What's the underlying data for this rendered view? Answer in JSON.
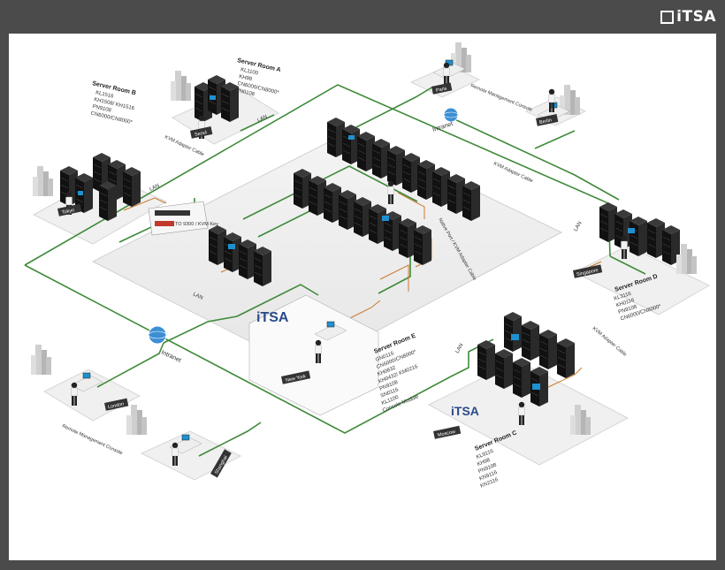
{
  "brand": {
    "name": "iTSA"
  },
  "colors": {
    "frame": "#4b4b4b",
    "lan_line": "#3f8a3a",
    "kvm_cable": "#c87a2a",
    "rack": "#1a1a1a",
    "screen": "#1e90d0"
  },
  "rooms": {
    "a": {
      "title": "Server Room A",
      "items": [
        "KL1100",
        "KH98",
        "CN6000/CN8000*",
        "PN0108"
      ]
    },
    "b": {
      "title": "Server Room B",
      "items": [
        "KL1516",
        "KH1508/ KH1516",
        "PN9108",
        "CN6000/CN8000*"
      ]
    },
    "c": {
      "title": "Server Room C",
      "items": [
        "KL9116",
        "KH98",
        "PN9108",
        "KN9116",
        "KN2116"
      ]
    },
    "d": {
      "title": "Server Room D",
      "items": [
        "KL3116",
        "KH0116",
        "PN9108",
        "CN6000/CN8000*"
      ]
    },
    "e": {
      "title": "Server Room E",
      "items": [
        "GN0116",
        "CN6000/CN8000*",
        "KH0832",
        "KH0432/ KM0216",
        "PN9108",
        "SN0116",
        "KL1100",
        "Console Module"
      ]
    }
  },
  "cities": {
    "paris": "Paris",
    "tokyo": "Tokyo",
    "seoul": "Seoul",
    "berlin": "Berlin",
    "singapore": "Singapore",
    "new_york": "New York",
    "london": "London",
    "shanghai": "Shanghai",
    "moscow": "Moscow"
  },
  "labels": {
    "lan": "LAN",
    "intranet": "Intranet",
    "kvm_adapter_cable": "KVM Adapter Cable",
    "kvm_adapter_cable_2": "KVM Adapter Cable",
    "remote_console_bottom": "Remote Management Console",
    "remote_console_top": "Remote Management Console",
    "hybrid_ports": "Native Port / KVM Adapter Cable",
    "laptop_usb": "TO 9300 / KVM Key"
  }
}
